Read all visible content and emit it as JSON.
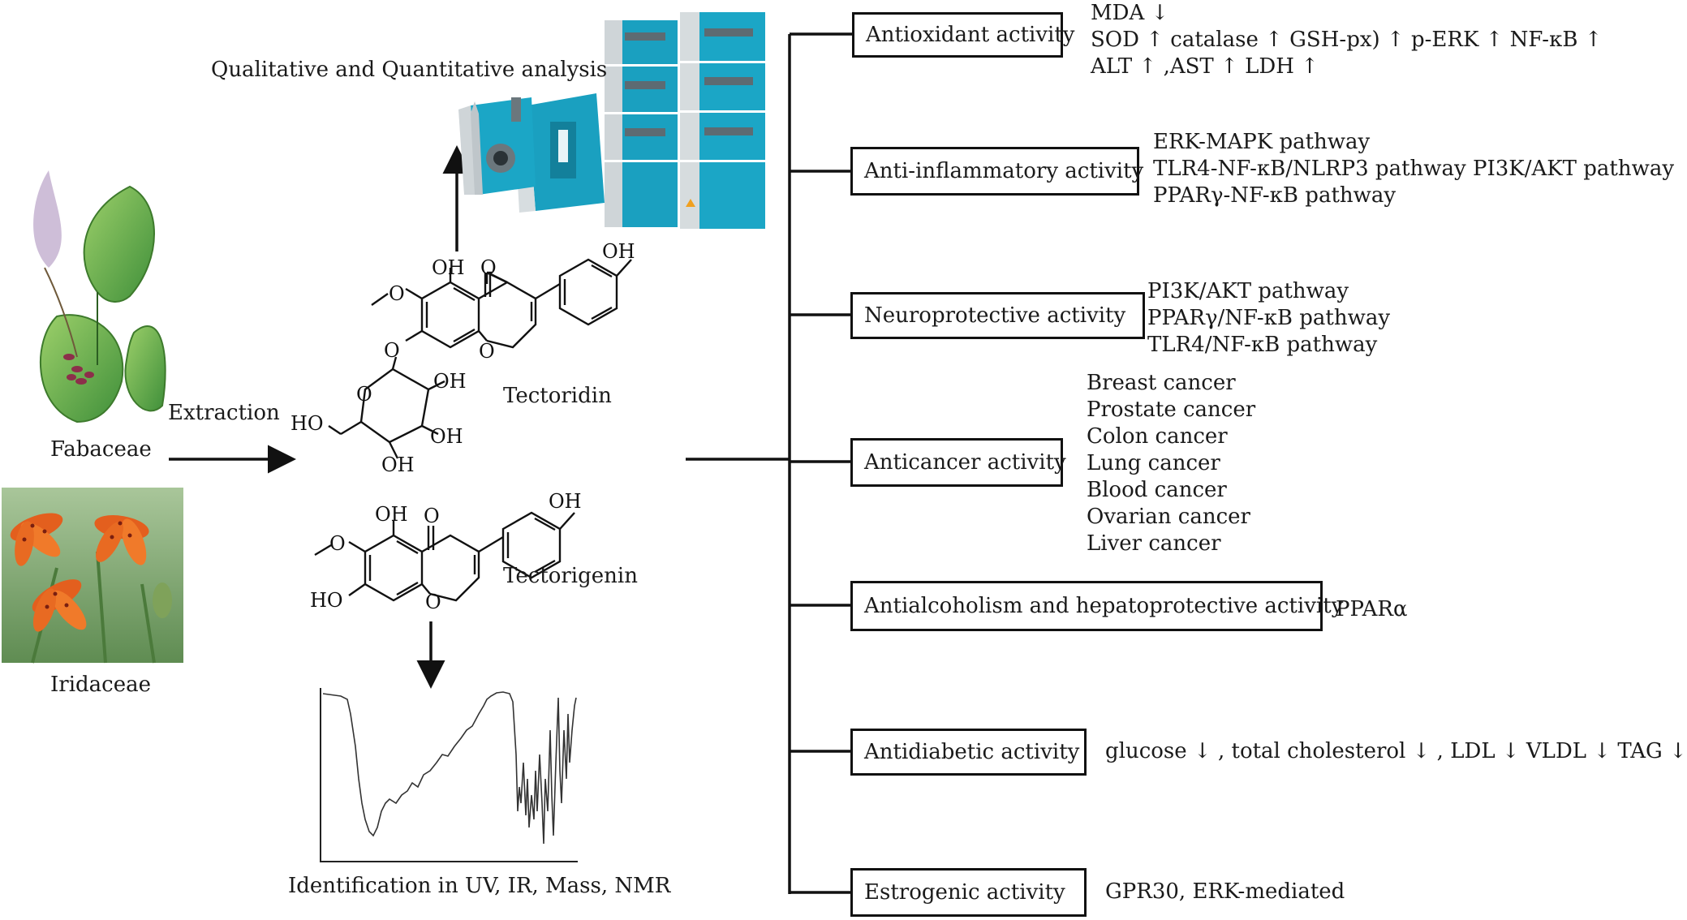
{
  "analysis": {
    "qualitative": "Qualitative and Quantitative analysis",
    "identification": "Identification in UV, IR, Mass, NMR"
  },
  "sources": {
    "fabaceae": "Fabaceae",
    "iridaceae": "Iridaceae",
    "extraction": "Extraction"
  },
  "compounds": {
    "tectoridin": "Tectoridin",
    "tectorigenin": "Tectorigenin",
    "atoms": {
      "oh": "OH",
      "o": "O",
      "ho": "HO"
    }
  },
  "activities": [
    {
      "label": "Antioxidant activity",
      "lines": [
        "MDA ↓",
        "SOD ↑ catalase ↑ GSH-px) ↑ p-ERK ↑ NF-κB ↑",
        "ALT ↑ ,AST ↑ LDH ↑"
      ]
    },
    {
      "label": "Anti-inflammatory activity",
      "lines": [
        "ERK-MAPK pathway",
        "TLR4-NF-κB/NLRP3 pathway PI3K/AKT pathway",
        "PPARγ-NF-κB pathway"
      ]
    },
    {
      "label": "Neuroprotective activity",
      "lines": [
        "PI3K/AKT pathway",
        "PPARγ/NF-κB pathway",
        "TLR4/NF-κB pathway"
      ]
    },
    {
      "label": "Anticancer activity",
      "lines": [
        "Breast cancer",
        "Prostate cancer",
        "Colon cancer",
        "Lung cancer",
        "Blood cancer",
        "Ovarian cancer",
        "Liver cancer"
      ]
    },
    {
      "label": "Antialcoholism and hepatoprotective activity",
      "lines": [
        "PPARα"
      ]
    },
    {
      "label": "Antidiabetic activity",
      "lines": [
        "glucose ↓ , total cholesterol ↓ , LDL ↓ VLDL ↓ TAG ↓"
      ]
    },
    {
      "label": "Estrogenic activity",
      "lines": [
        "GPR30, ERK-mediated"
      ]
    }
  ]
}
